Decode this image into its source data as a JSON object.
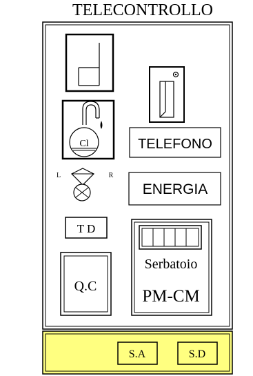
{
  "title": "TELECONTROLLO",
  "panel": {
    "cl_label": "Cl",
    "selector_left": "L",
    "selector_right": "R",
    "telefono": "TELEFONO",
    "energia": "ENERGIA",
    "td": "T D",
    "qc": "Q.C",
    "serbatoio": "Serbatoio",
    "pmcm": "PM-CM"
  },
  "footer": {
    "sa": "S.A",
    "sd": "S.D",
    "background": "#ffff80"
  }
}
